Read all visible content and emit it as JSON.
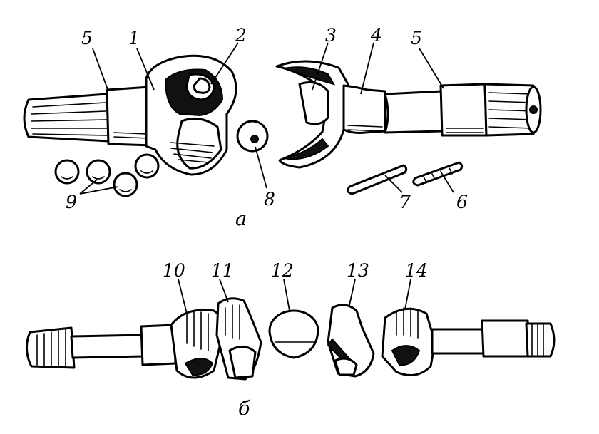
{
  "figure": {
    "caption_a": "а",
    "caption_b": "б",
    "labels_a": {
      "p1": "1",
      "p2": "2",
      "p3": "3",
      "p4": "4",
      "p5_left": "5",
      "p5_right": "5",
      "p6": "6",
      "p7": "7",
      "p8": "8",
      "p9": "9"
    },
    "labels_b": {
      "p10": "10",
      "p11": "11",
      "p12": "12",
      "p13": "13",
      "p14": "14"
    }
  }
}
